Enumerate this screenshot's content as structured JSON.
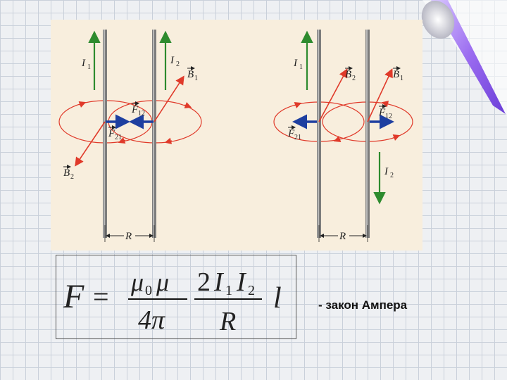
{
  "left_diagram": {
    "current_1": "I",
    "current_1_sub": "1",
    "current_2": "I",
    "current_2_sub": "2",
    "field_b1": "B",
    "field_b1_sub": "1",
    "field_b2": "B",
    "field_b2_sub": "2",
    "force_12": "F",
    "force_12_sub": "12",
    "force_21": "F",
    "force_21_sub": "21",
    "distance": "R"
  },
  "right_diagram": {
    "current_1": "I",
    "current_1_sub": "1",
    "current_2": "I",
    "current_2_sub": "2",
    "field_b1": "B",
    "field_b1_sub": "1",
    "field_b2": "B",
    "field_b2_sub": "2",
    "force_12": "F",
    "force_12_sub": "12",
    "force_21": "F",
    "force_21_sub": "21",
    "distance": "R"
  },
  "formula": {
    "lhs": "F",
    "equals": "=",
    "num1_mu0": "μ",
    "num1_mu0_sub": "0",
    "num1_mu": "μ",
    "den1": "4π",
    "num2_coef": "2",
    "num2_i1": "I",
    "num2_i1_sub": "1",
    "num2_i2": "I",
    "num2_i2_sub": "2",
    "den2": "R",
    "tail": "l"
  },
  "law_label": "- закон Ампера",
  "colors": {
    "panel_bg": "#f8eedd",
    "field_lines": "#e03a2a",
    "current_arrow": "#2e8b2e",
    "force_arrow": "#1e3fa0",
    "wire": "#7d7d7d",
    "corner_accent": "#9b6cf0"
  }
}
